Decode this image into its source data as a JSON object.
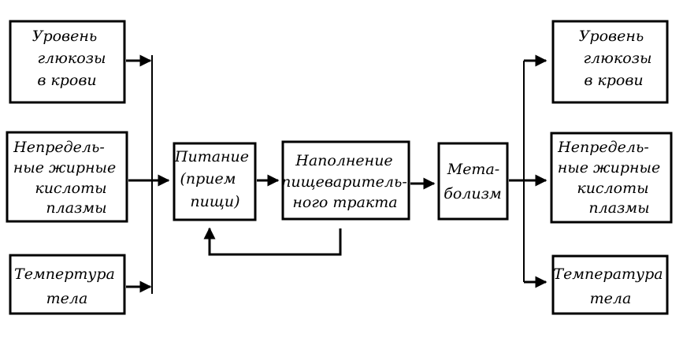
{
  "diagram": {
    "inputs": {
      "glucose": [
        "Уровень",
        "глюкозы",
        "в крови"
      ],
      "fatty_acids": [
        "Непредель-",
        "ные жирные",
        "кислоты",
        "плазмы"
      ],
      "temperature": [
        "Темпертура",
        "тела"
      ]
    },
    "process": {
      "feeding": [
        "Питание",
        "(прием",
        "пищи)"
      ],
      "filling": [
        "Наполнение",
        "пищеваритель-",
        "ного тракта"
      ],
      "metabolism": [
        "Мета-",
        "болизм"
      ]
    },
    "outputs": {
      "glucose": [
        "Уровень",
        "глюкозы",
        "в крови"
      ],
      "fatty_acids": [
        "Непредель-",
        "ные жирные",
        "кислоты",
        "плазмы"
      ],
      "temperature": [
        "Температура",
        "тела"
      ]
    }
  }
}
